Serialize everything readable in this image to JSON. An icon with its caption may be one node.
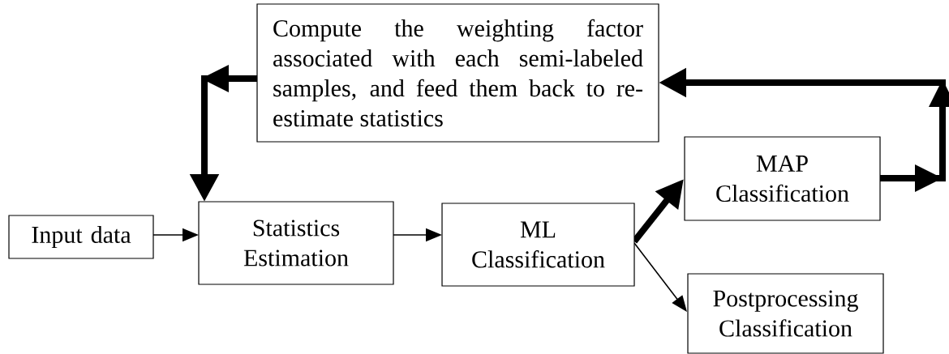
{
  "diagram": {
    "nodes": [
      {
        "text": [
          "Compute the weighting factor associated with each semi-labeled samples, and feed them back to re-estimate statistics"
        ]
      },
      {
        "text": [
          "Input data"
        ]
      },
      {
        "text": [
          "Statistics Estimation"
        ]
      },
      {
        "text": [
          "ML Classification"
        ]
      },
      {
        "text": [
          "MAP Classification"
        ]
      },
      {
        "text": [
          "Postprocessing Classification"
        ]
      }
    ],
    "edges": [
      {
        "from": 1,
        "to": 2,
        "arrow": "to"
      },
      {
        "from": 2,
        "to": 3,
        "arrow": "to"
      },
      {
        "from": 3,
        "to": 4,
        "arrow": "to",
        "style": "thick"
      },
      {
        "from": 3,
        "to": 5,
        "arrow": "to"
      },
      {
        "from": 4,
        "to": 0,
        "arrow": "to",
        "style": "thick"
      },
      {
        "from": 0,
        "to": 2,
        "arrow": "to",
        "style": "thick"
      }
    ]
  }
}
